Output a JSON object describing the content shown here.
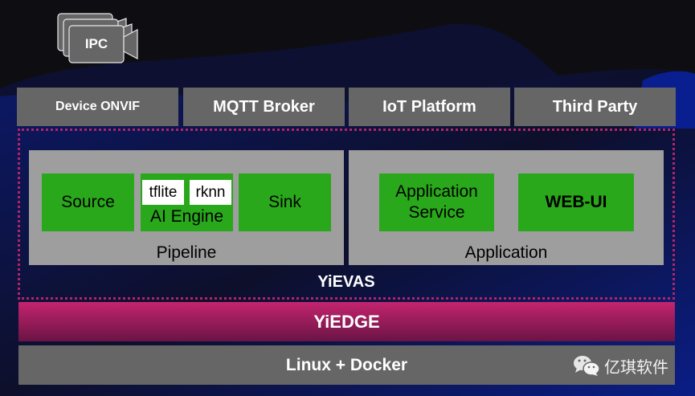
{
  "ipc": {
    "label": "IPC",
    "icon": "camera-stack-icon"
  },
  "top_services": [
    {
      "label": "Device ONVIF"
    },
    {
      "label": "MQTT Broker"
    },
    {
      "label": "IoT Platform"
    },
    {
      "label": "Third Party"
    }
  ],
  "yievas": {
    "label": "YiEVAS",
    "pipeline": {
      "label": "Pipeline",
      "source": "Source",
      "ai_engine": {
        "label": "AI Engine",
        "backends": [
          "tflite",
          "rknn"
        ]
      },
      "sink": "Sink"
    },
    "application": {
      "label": "Application",
      "service_line1": "Application",
      "service_line2": "Service",
      "webui": "WEB-UI"
    }
  },
  "yiedge": {
    "label": "YiEDGE"
  },
  "base": {
    "label": "Linux + Docker"
  },
  "watermark": {
    "icon": "wechat-icon",
    "text": "亿琪软件"
  },
  "colors": {
    "service_box": "#666666",
    "panel": "#9e9e9e",
    "module_green": "#2aa81b",
    "yievas_border": "#b0246a",
    "yiedge_top": "#c4246e",
    "yiedge_bottom": "#6a1446",
    "background": "#0e0e12",
    "wave_blue": "#0a1f8f"
  }
}
